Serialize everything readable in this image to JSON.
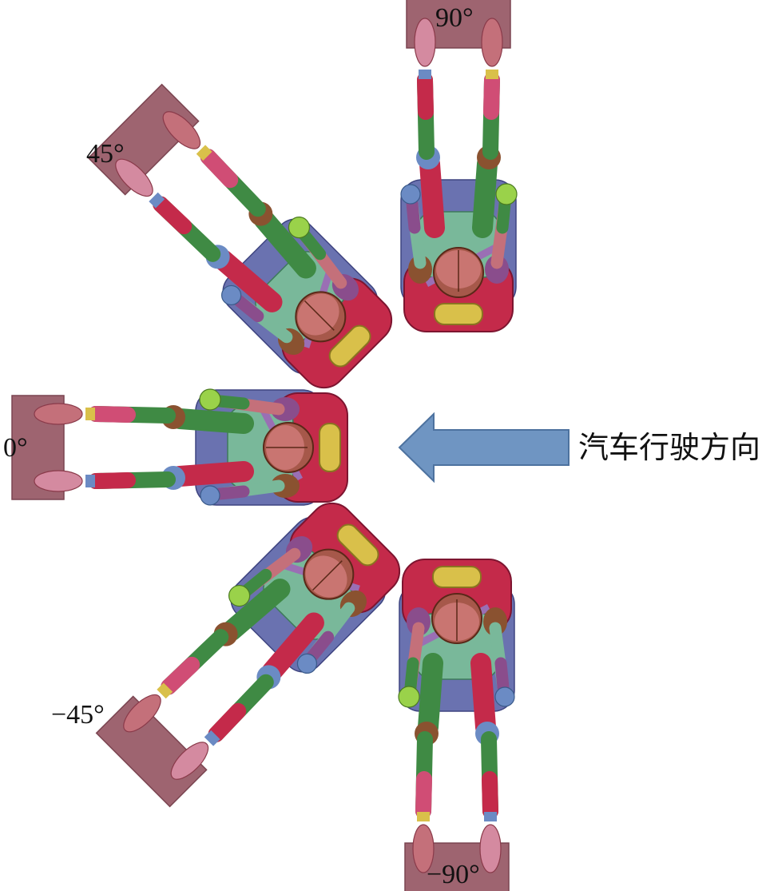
{
  "orientations": [
    {
      "id": "0",
      "label": "0°",
      "rotation_deg": 0
    },
    {
      "id": "45",
      "label": "45°",
      "rotation_deg": 45
    },
    {
      "id": "90",
      "label": "90°",
      "rotation_deg": 90
    },
    {
      "id": "neg45",
      "label": "−45°",
      "rotation_deg": -45
    },
    {
      "id": "neg90",
      "label": "−90°",
      "rotation_deg": -90
    }
  ],
  "direction": {
    "label": "汽车行驶方向",
    "arrow_color": "#6f95c2",
    "arrow_stroke": "#4d729f"
  },
  "colors": {
    "seat_red": "#c42a4a",
    "seat_cushion": "#6a72b0",
    "headrest": "#d9c04a",
    "footplate": "#9e6470",
    "skin": "#c4707a",
    "green": "#3f8a44",
    "torso_teal": "#79b89a",
    "purple": "#8a4d8c",
    "brown": "#8a5230",
    "blue": "#6b8bc4",
    "pink": "#d04d75"
  }
}
